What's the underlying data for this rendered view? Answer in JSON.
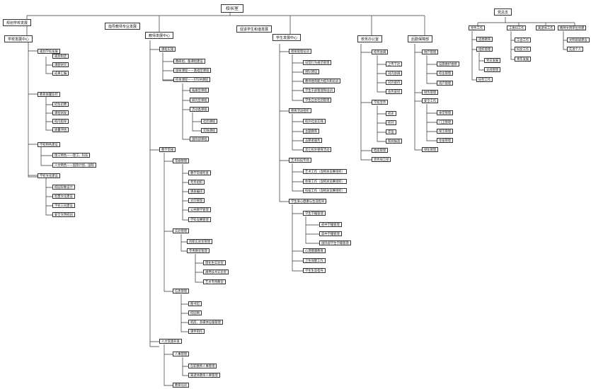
{
  "title": "校长室",
  "party": {
    "title": "党总支",
    "c1": {
      "title": "党务工作",
      "items": [
        "思想教育",
        "组织管理"
      ],
      "sub": [
        "党员发展",
        "支部管理"
      ],
      "tail": "纪检工作"
    },
    "c2": {
      "title": "工青妇工作",
      "items": [
        "工会工作",
        "妇女工作",
        "青年发展"
      ]
    },
    "c3": {
      "title": "离退休工作"
    },
    "c4": {
      "title": "精神文明单位创建",
      "items": [
        "文明班级建设",
        "先进个人"
      ]
    }
  },
  "div1": {
    "tag": "规划学校发展",
    "title": "学校发展中心",
    "groups": [
      {
        "label": "规划学校发展",
        "items": [
          "规划制定",
          "课题研究",
          "成果汇编"
        ]
      },
      {
        "label": "教育质量监控",
        "items": [
          "招生招聘",
          "课程研发",
          "校内指导",
          "质量评估"
        ]
      },
      {
        "label": "学校特色建设",
        "items": [
          "理工特色——理工、科技",
          "人文特色——国际计划、国际"
        ]
      },
      {
        "label": "学校文化建设",
        "items": [
          "校园形象设计",
          "智慧文化建设",
          "学校三风建设",
          "安全文明校园"
        ]
      }
    ]
  },
  "div2": {
    "tag": "指导教师专业发展",
    "title": "教师发展中心",
    "a": {
      "label": "课程实施",
      "items": [
        "教研组、备课组建设",
        "国家课程——基础型课程",
        "校本课程——STEM课程"
      ],
      "school": [
        "拓展型课程",
        "研究型课程",
        "活动类课程",
        "国际部课程"
      ],
      "act": [
        "社团课程",
        "实践课程"
      ]
    },
    "b": {
      "label": "教学常规",
      "g1": {
        "label": "常规管理",
        "items": [
          "教学常规检查",
          "考务组织",
          "课表编排",
          "文印管理",
          "公共教学管理",
          "学科竞赛管理"
        ]
      },
      "g2": {
        "label": "实验管理",
        "items": [
          "创新实验室管理",
          "专用教室管理"
        ],
        "sub": [
          "理化生实验室",
          "通用技术实验室",
          "艺术专用教室"
        ]
      },
      "g3": {
        "label": "信息管理",
        "items": [
          "图书馆",
          "校园网",
          "机房、多媒体设备管理",
          "课件制作"
        ]
      }
    },
    "c": {
      "label": "人力资源开发",
      "items": [
        "人事管理",
        "教育培训"
      ],
      "sub": [
        "在职教师人事管理",
        "离退休教师人事管理"
      ]
    }
  },
  "div3": {
    "tag": "促进学生和谐发展",
    "title": "学生发展中心",
    "g1": {
      "label": "德育管理培训",
      "items": [
        "日常行为规范管理",
        "团队建设",
        "教师德育能力提升和培训",
        "学生干部管理和培训",
        "学生自主社团管理"
      ]
    },
    "g2": {
      "label": "德育活动组织",
      "items": [
        "校外社会实践",
        "主题教育",
        "志愿者服务",
        "其它校外德育活动"
      ]
    },
    "g3": {
      "label": "艺术科技专场",
      "items": [
        "艺术工作（含相关竞赛组织）",
        "体育工作（含相关竞赛组织）",
        "科技工作（含相关竞赛组织）"
      ]
    },
    "g4": {
      "label": "学生身心健康与生涯指导",
      "first": "学生学籍管理",
      "sub": [
        "初中学籍管理",
        "高中学籍管理",
        "国际部学生学籍管理"
      ],
      "items": [
        "心理健康教育",
        "卫生保健工作",
        "学生生涯指导"
      ]
    }
  },
  "div4": {
    "title": "校务办公室",
    "g1": {
      "label": "校务协调",
      "items": [
        "上传下达",
        "对内协调",
        "对外接待",
        "会务安排"
      ]
    },
    "g2": {
      "label": "学校宣传",
      "items": [
        "校史",
        "校刊",
        "年鉴",
        "新闻报道"
      ]
    },
    "tail": [
      "档案管理",
      "党务保卫部"
    ]
  },
  "div5": {
    "title": "后勤保障部",
    "g1": {
      "label": "财产管理",
      "items": [
        "设施维护维修",
        "校舍管理",
        "资产管理"
      ]
    },
    "mid": "财务管理",
    "g2": {
      "label": "安全工作",
      "items": [
        "食堂管理",
        "门卫管理",
        "保洁管理",
        "住宿管理"
      ]
    },
    "tail": "绿化管理"
  }
}
